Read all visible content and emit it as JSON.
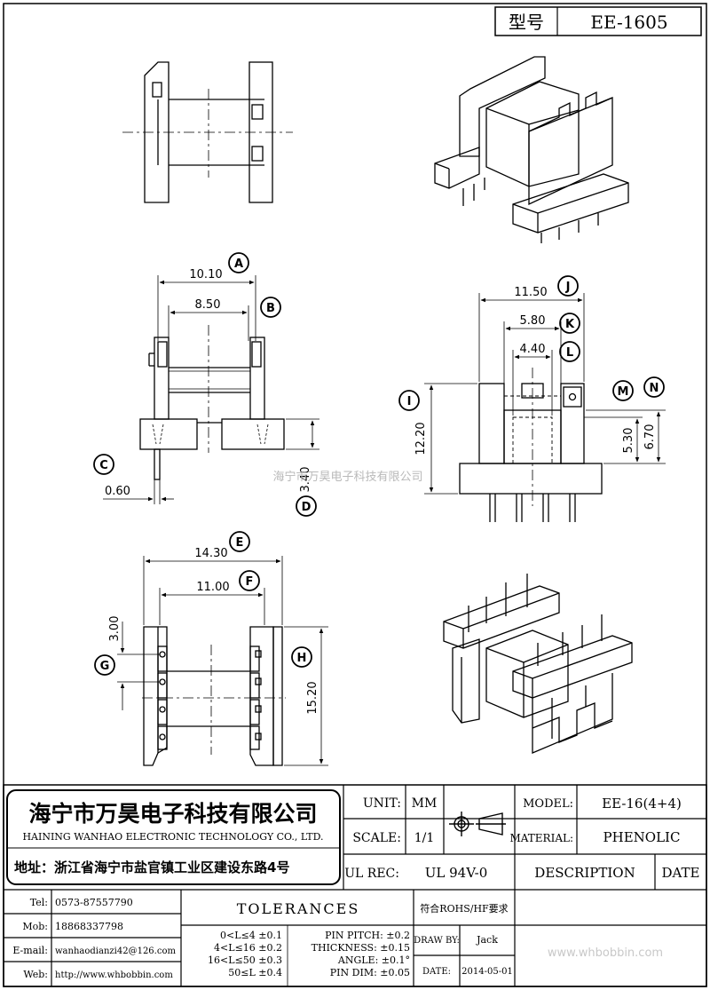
{
  "title_box": {
    "label": "型号",
    "model": "EE-1605"
  },
  "dimensions": {
    "A": "10.10",
    "B": "8.50",
    "C": "0.60",
    "D": "3.40",
    "E": "14.30",
    "F": "11.00",
    "G": "3.00",
    "H": "15.20",
    "I": "12.20",
    "J": "11.50",
    "K": "5.80",
    "L": "4.40",
    "M": "5.30",
    "N": "6.70"
  },
  "callouts": [
    "A",
    "B",
    "C",
    "D",
    "E",
    "F",
    "G",
    "H",
    "I",
    "J",
    "K",
    "L",
    "M",
    "N"
  ],
  "watermark": "海宁市万昊电子科技有限公司",
  "company": {
    "name_cn": "海宁市万昊电子科技有限公司",
    "name_en": "HAINING WANHAO ELECTRONIC TECHNOLOGY CO., LTD.",
    "address": "地址：浙江省海宁市盐官镇工业区建设东路4号"
  },
  "info": {
    "unit_label": "UNIT:",
    "unit_value": "MM",
    "scale_label": "SCALE:",
    "scale_value": "1/1",
    "ulrec_label": "UL REC:",
    "ulrec_value": "UL 94V-0",
    "model_label": "MODEL:",
    "model_value": "EE-16(4+4)",
    "material_label": "MATERIAL:",
    "material_value": "PHENOLIC",
    "description_label": "DESCRIPTION",
    "date_label": "DATE"
  },
  "contacts": [
    {
      "label": "Tel:",
      "value": "0573-87557790"
    },
    {
      "label": "Mob:",
      "value": "18868337798"
    },
    {
      "label": "E-mail:",
      "value": "wanhaodianzi42@126.com"
    },
    {
      "label": "Web:",
      "value": "http://www.whbobbin.com"
    }
  ],
  "tolerances": {
    "title": "TOLERANCES",
    "rohs": "符合ROHS/HF要求",
    "ranges": [
      "0<L≤4 ±0.1",
      "4<L≤16 ±0.2",
      "16<L≤50 ±0.3",
      "50≤L ±0.4"
    ],
    "specs": [
      "PIN PITCH: ±0.2",
      "THICKNESS: ±0.15",
      "ANGLE: ±0.1°",
      "PIN DIM: ±0.05"
    ]
  },
  "draw_by_label": "DRAW BY:",
  "draw_by_value": "Jack",
  "date_label2": "DATE:",
  "date_value": "2014-05-01",
  "footer_watermark": "www.whbobbin.com"
}
